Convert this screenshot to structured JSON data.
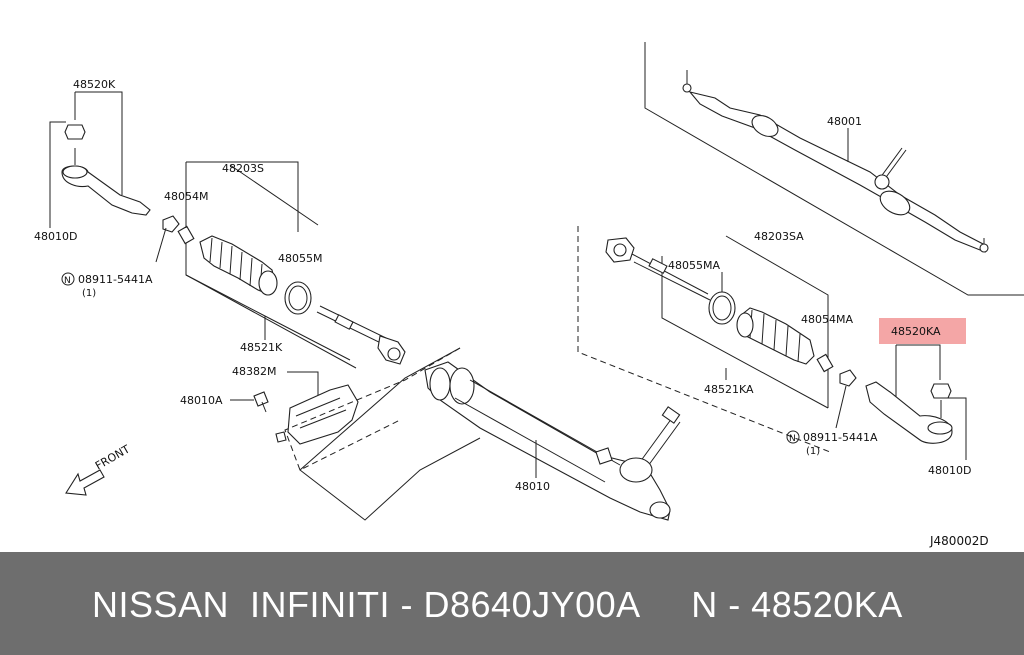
{
  "diagram": {
    "labels": {
      "p48520K": "48520K",
      "p48010D_left": "48010D",
      "p48203S": "48203S",
      "p48054M": "48054M",
      "p48055M": "48055M",
      "p08911_left": "08911-5441A",
      "p08911_left_qty": "(1)",
      "p48521K": "48521K",
      "p48382M": "48382M",
      "p48010A": "48010A",
      "p48010": "48010",
      "front": "FRONT",
      "p48001": "48001",
      "p48203SA": "48203SA",
      "p48055MA": "48055MA",
      "p48054MA": "48054MA",
      "p48521KA": "48521KA",
      "p48520KA": "48520KA",
      "p08911_right": "08911-5441A",
      "p08911_right_qty": "(1)",
      "p48010D_right": "48010D",
      "diagram_code": "J480002D",
      "n_symbol": "N"
    },
    "highlight_color": "#f4a6a6"
  },
  "footer": {
    "text": "NISSAN  INFINITI - D8640JY00A     N - 48520KA"
  }
}
